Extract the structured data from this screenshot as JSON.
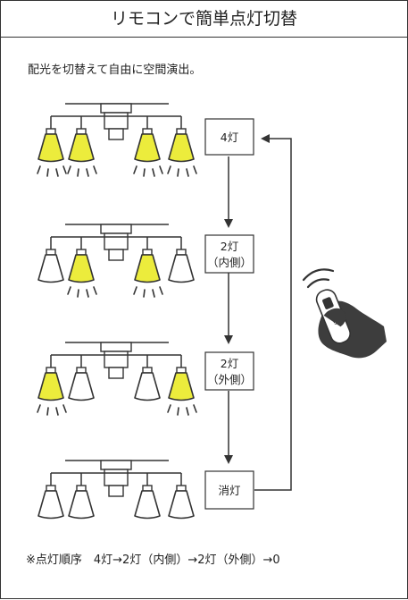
{
  "title": "リモコンで簡単点灯切替",
  "subtitle": "配光を切替えて自由に空間演出。",
  "steps": [
    {
      "line1": "4灯",
      "line2": "",
      "lit": [
        true,
        true,
        true,
        true
      ]
    },
    {
      "line1": "2灯",
      "line2": "（内側）",
      "lit": [
        false,
        true,
        true,
        false
      ]
    },
    {
      "line1": "2灯",
      "line2": "（外側）",
      "lit": [
        true,
        false,
        false,
        true
      ]
    },
    {
      "line1": "消灯",
      "line2": "",
      "lit": [
        false,
        false,
        false,
        false
      ]
    }
  ],
  "footnote": "※点灯順序　4灯→2灯（内側）→2灯（外側）→0",
  "colors": {
    "lit_fill": "#ecec3c",
    "unlit_fill": "#ffffff",
    "line": "#333333",
    "hand": "#3d3d3d"
  },
  "icons": {
    "remote": "remote-control-in-hand-icon"
  }
}
